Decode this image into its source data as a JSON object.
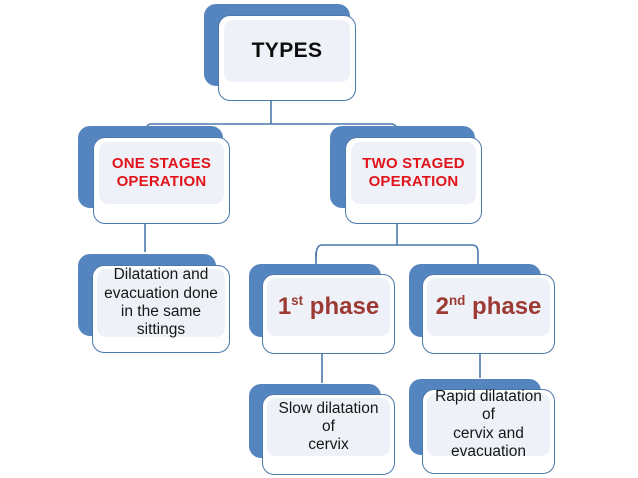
{
  "diagram": {
    "title_text": "TYPES",
    "colors": {
      "shadow_blue": "#5585bf",
      "border_blue": "#4a79ab",
      "inner_fill": "#eef2f8",
      "bright_red": "#e1141b",
      "maroon_red": "#9c3a33",
      "black_text": "#0d0d0d",
      "background": "#ffffff"
    },
    "nodes": {
      "root": {
        "label": "TYPES"
      },
      "one_stage": {
        "label": "ONE STAGES\nOPERATION",
        "line1": "ONE STAGES",
        "line2": "OPERATION"
      },
      "two_staged": {
        "label": "TWO STAGED\nOPERATION",
        "line1": "TWO STAGED",
        "line2": "OPERATION"
      },
      "one_stage_detail": {
        "line1": "Dilatation and",
        "line2": "evacuation done",
        "line3": "in the same",
        "line4": "sittings"
      },
      "phase1": {
        "number": "1",
        "ordinal": "st",
        "word": "phase"
      },
      "phase2": {
        "number": "2",
        "ordinal": "nd",
        "word": "phase"
      },
      "phase1_detail": {
        "line1": "Slow dilatation of",
        "line2": "cervix"
      },
      "phase2_detail": {
        "line1": "Rapid dilatation of",
        "line2": "cervix and",
        "line3": "evacuation"
      }
    }
  }
}
